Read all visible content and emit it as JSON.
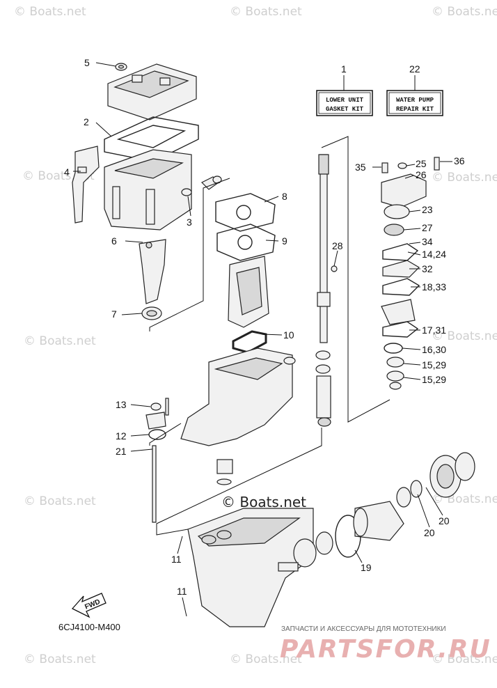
{
  "watermarks": {
    "text": "© Boats.net",
    "center_text": "© Boats.net"
  },
  "kits": {
    "lower_unit": {
      "number": "1",
      "line1": "LOWER UNIT",
      "line2": "GASKET KIT"
    },
    "water_pump": {
      "number": "22",
      "line1": "WATER PUMP",
      "line2": "REPAIR KIT"
    }
  },
  "callouts": {
    "c5": "5",
    "c2": "2",
    "c4": "4",
    "c3": "3",
    "c8": "8",
    "c9": "9",
    "c6": "6",
    "c7": "7",
    "c10": "10",
    "c28": "28",
    "c35": "35",
    "c25": "25",
    "c36": "36",
    "c26": "26",
    "c23": "23",
    "c27": "27",
    "c34": "34",
    "c14_24": "14,24",
    "c32": "32",
    "c18_33": "18,33",
    "c17_31": "17,31",
    "c16_30": "16,30",
    "c15_29a": "15,29",
    "c15_29b": "15,29",
    "c13": "13",
    "c12": "12",
    "c21": "21",
    "c11a": "11",
    "c11b": "11",
    "c19": "19",
    "c20a": "20",
    "c20b": "20"
  },
  "diagram_code": "6CJ4100-M400",
  "fwd_label": "FWD",
  "footer": {
    "tagline": "ЗАПЧАСТИ И АКСЕССУАРЫ ДЛЯ МОТОТЕХНИКИ",
    "brand": "PARTSFOR.RU"
  }
}
